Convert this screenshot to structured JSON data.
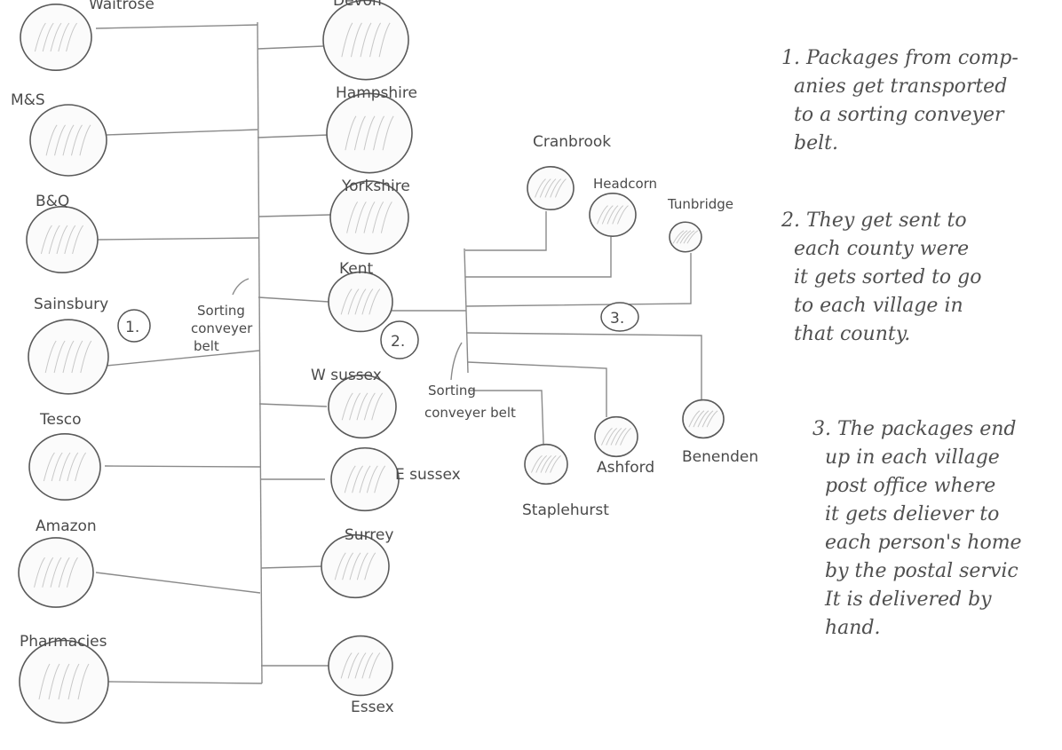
{
  "companies": [
    "Waitrose",
    "M&S",
    "B&Q",
    "Sainsbury",
    "Tesco",
    "Amazon",
    "Pharmacies"
  ],
  "counties": [
    "Devon",
    "Hampshire",
    "Yorkshire",
    "Kent",
    "W sussex",
    "E sussex",
    "Surrey",
    "Essex"
  ],
  "villages_top": [
    "Cranbrook",
    "Headcorn",
    "Tunbridge"
  ],
  "villages_bottom": [
    "Staplehurst",
    "Ashford",
    "Benenden"
  ],
  "conveyor_label_1": [
    "Sorting",
    "conveyer",
    "belt"
  ],
  "conveyor_label_2": [
    "Sorting",
    "conveyer belt"
  ],
  "step_markers": [
    "1.",
    "2.",
    "3."
  ],
  "notes": [
    [
      "1. Packages from comp-",
      "anies get transported",
      "to a sorting conveyer",
      "belt."
    ],
    [
      "2. They get sent to",
      "each county were",
      "it gets sorted to go",
      "to each village in",
      "that county."
    ],
    [
      "3. The packages end",
      "up in each village",
      "post office where",
      "it gets deliever to",
      "each person's home",
      "by the postal servic",
      "It is delivered by",
      "hand."
    ]
  ]
}
